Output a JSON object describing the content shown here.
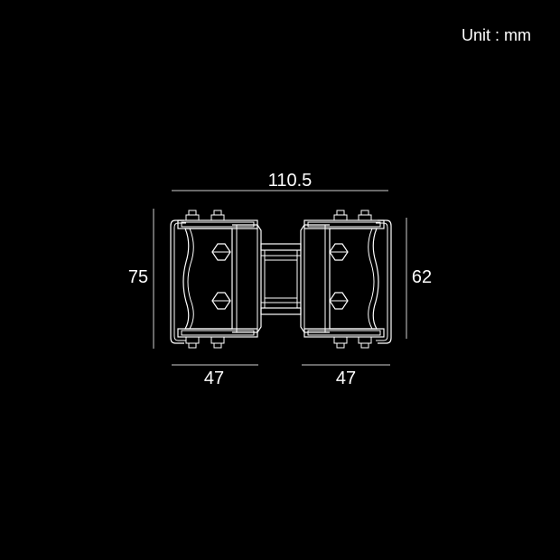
{
  "unit_label": "Unit : mm",
  "dimensions": {
    "overall_width": "110.5",
    "overall_height": "75",
    "inner_height": "62",
    "left_width": "47",
    "right_width": "47"
  },
  "colors": {
    "background": "#000000",
    "lines": "#ffffff"
  }
}
